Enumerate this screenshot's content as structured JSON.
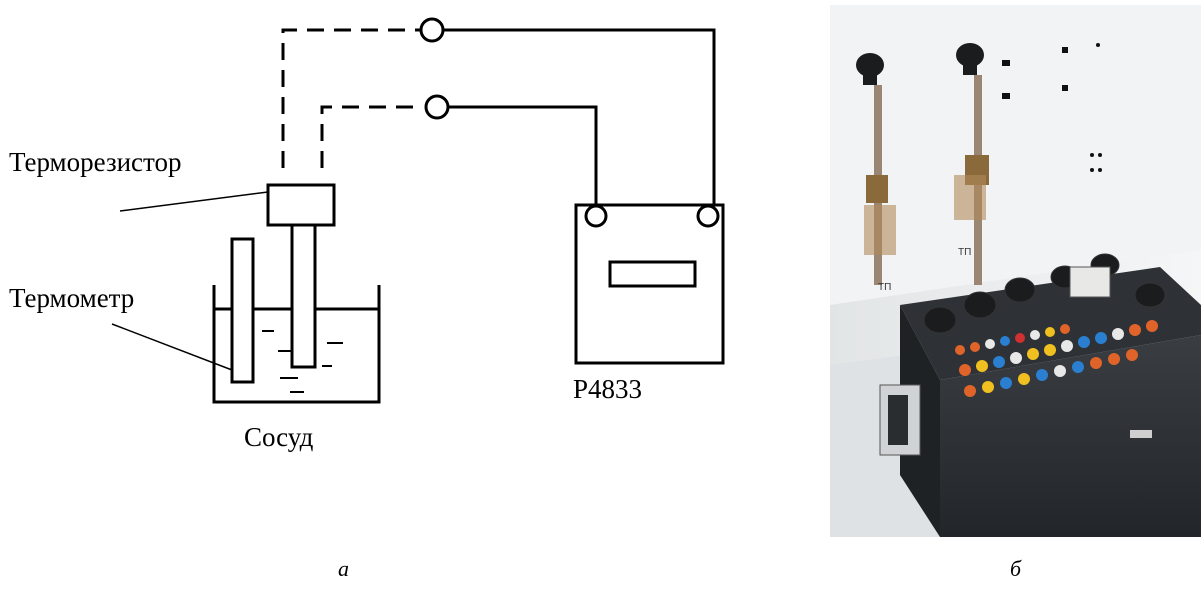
{
  "labels": {
    "thermoresistor": "Терморезистор",
    "thermometer": "Термометр",
    "vessel": "Сосуд",
    "meter": "Р4833"
  },
  "captions": {
    "a": "а",
    "b": "б"
  },
  "photo": {
    "board_labels": [
      "ТП",
      "ТП"
    ],
    "colors": {
      "wall": "#eef0f1",
      "box": "#2c3034",
      "knob": "#1a1c1e",
      "terminal_orange": "#e0642a",
      "terminal_yellow": "#f0c020",
      "terminal_blue": "#2a7fd0",
      "terminal_white": "#e8e8e8",
      "terminal_red": "#d03030"
    }
  }
}
